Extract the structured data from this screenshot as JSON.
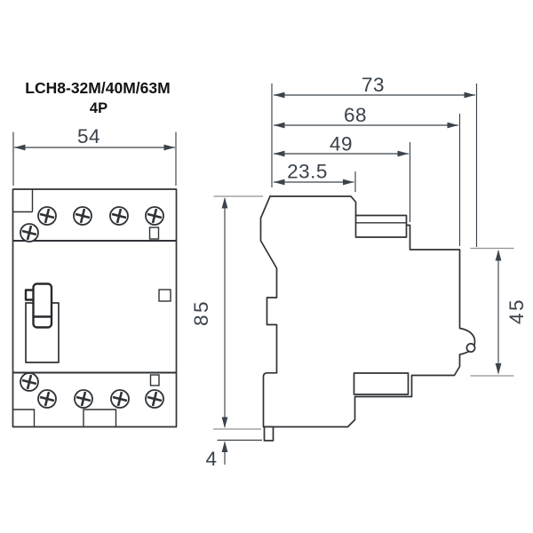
{
  "title": {
    "model": "LCH8-32M/40M/63M",
    "poles": "4P"
  },
  "dimensions": {
    "width": "54",
    "depth_total": "73",
    "depth_less_clip": "68",
    "depth_body": "49",
    "depth_front": "23.5",
    "height_total": "85",
    "height_rear": "45",
    "clip_tab": "4"
  },
  "colors": {
    "background": "#ffffff",
    "outline": "#2e3236",
    "dimension": "#3c434b",
    "dimension_text": "#39414b",
    "reference_line": "#8f9093",
    "title_text": "#121212"
  },
  "icons": {
    "screw": "phillips-screw-head"
  }
}
